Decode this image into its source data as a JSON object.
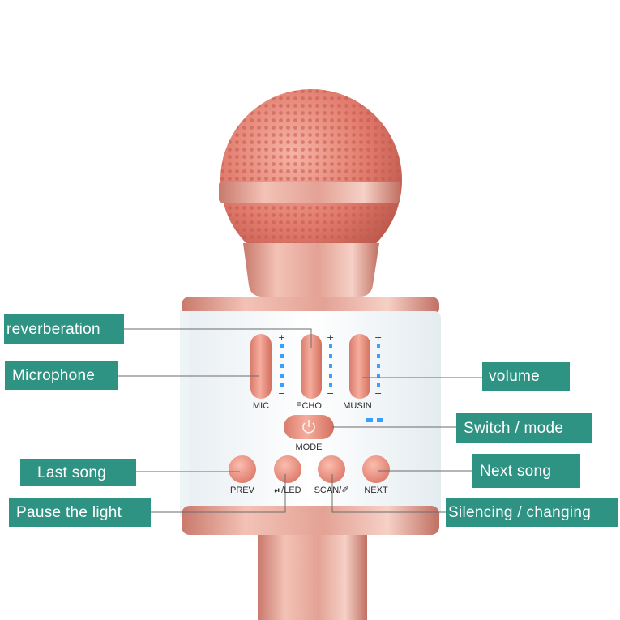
{
  "callouts": {
    "reverberation": "reverberation",
    "microphone": "Microphone",
    "volume": "volume",
    "switch_mode": "Switch / mode",
    "last_song": "Last song",
    "next_song": "Next song",
    "pause_light": "Pause the light",
    "silencing": "Silencing / changing"
  },
  "controls": {
    "mic": "MIC",
    "echo": "ECHO",
    "musin": "MUSIN",
    "mode": "MODE",
    "prev": "PREV",
    "play_led": "⏯/LED",
    "scan": "SCAN/✐",
    "next": "NEXT",
    "plus": "+",
    "minus": "−"
  },
  "colors": {
    "label_bg": "#2f9384",
    "rose_gold": "#e59a8a",
    "led_blue": "#3aa0ff"
  }
}
